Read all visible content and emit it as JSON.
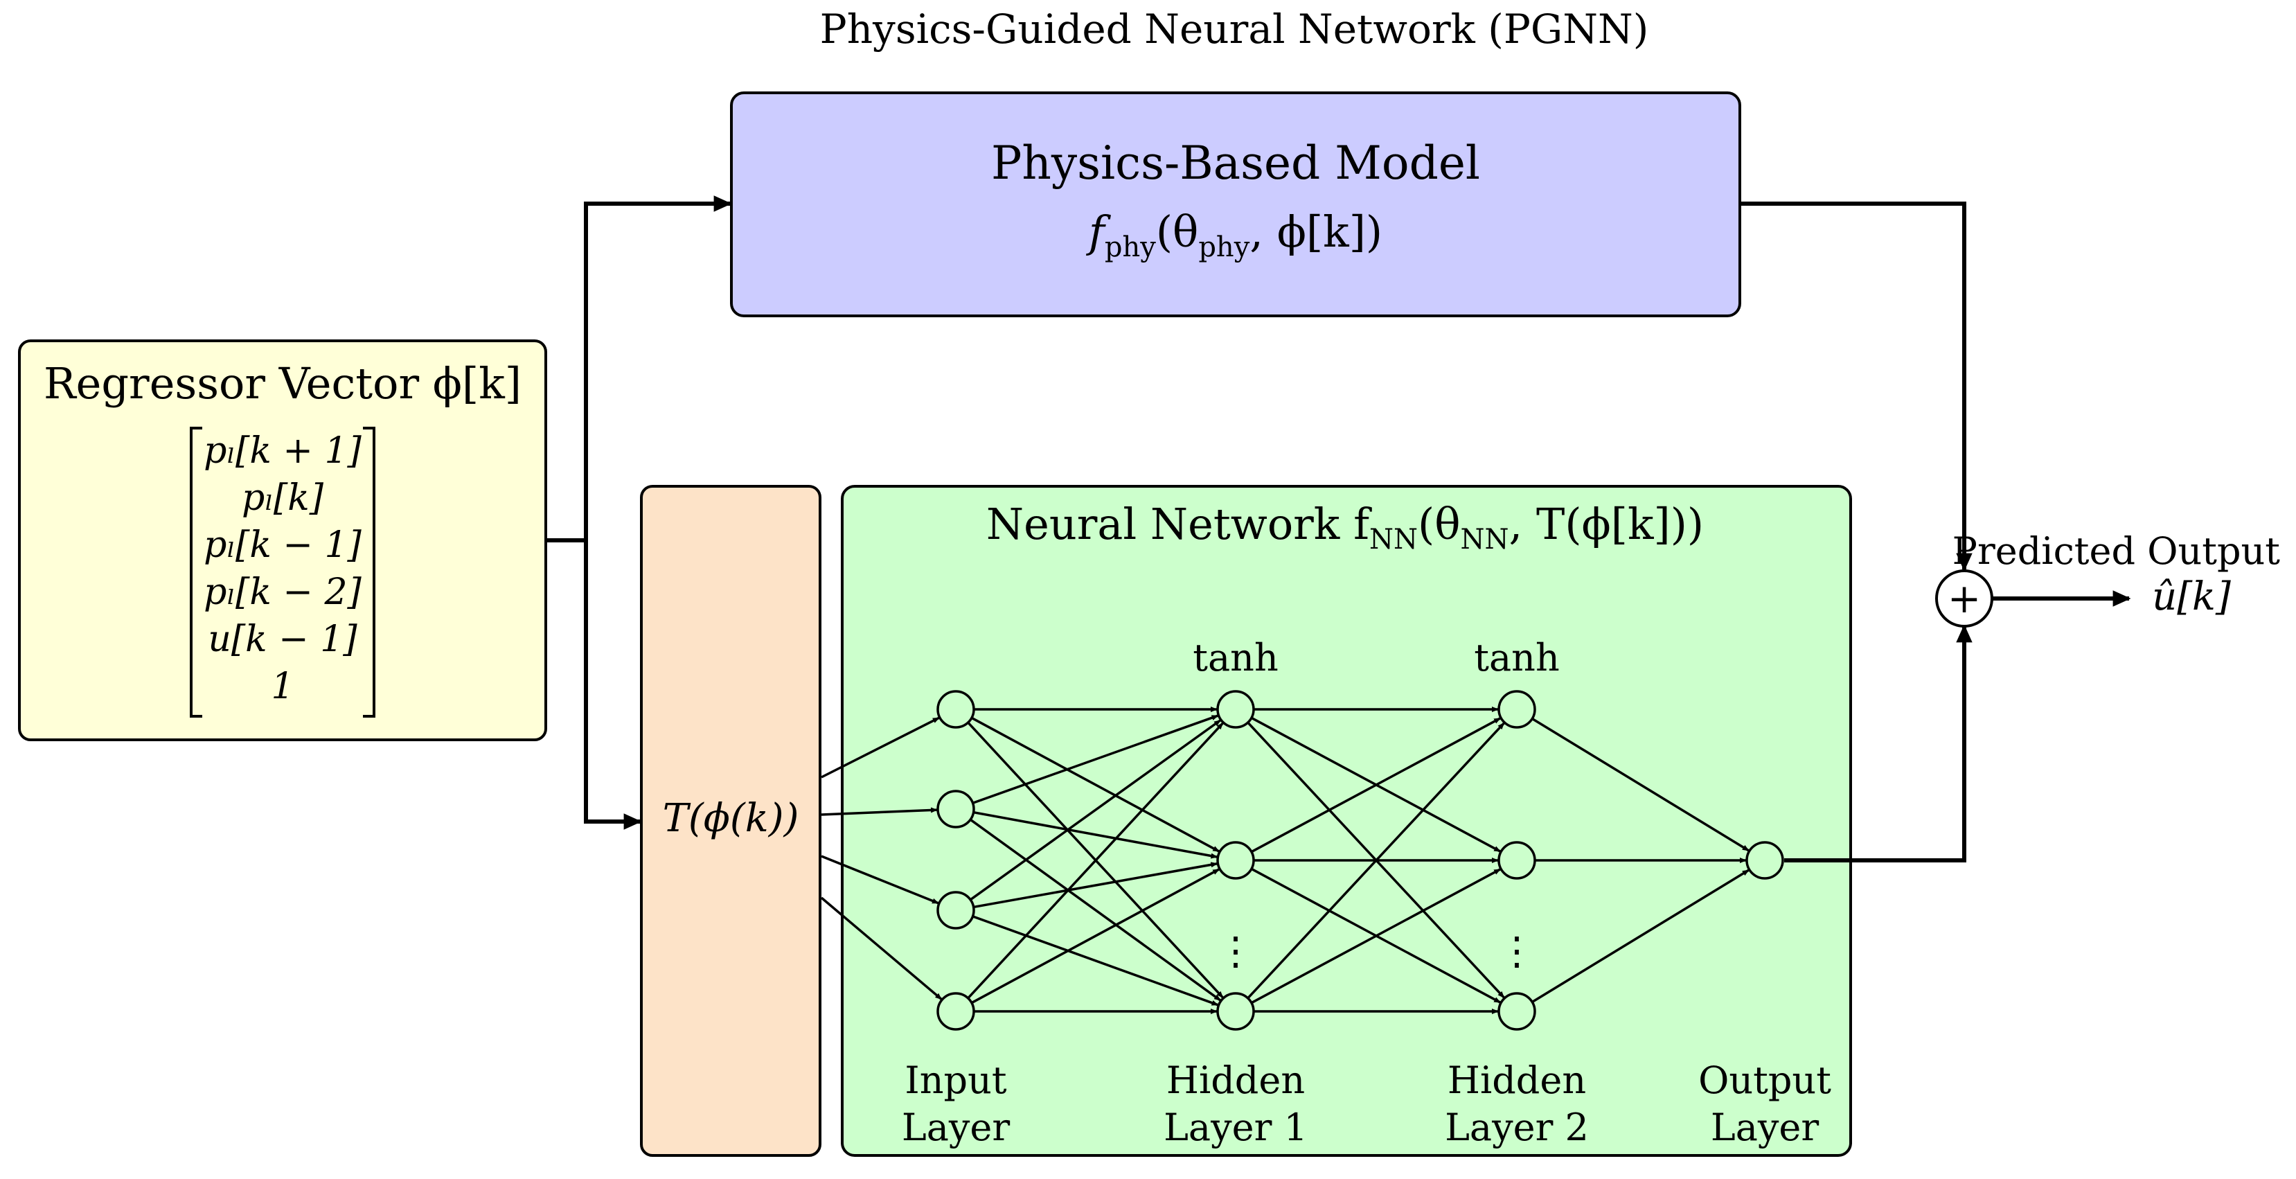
{
  "title": "Physics-Guided Neural Network (PGNN)",
  "colors": {
    "regressor_fill": "#ffffd8",
    "physics_fill": "#ccccff",
    "transform_fill": "#fde3c8",
    "nn_fill": "#ccffcc",
    "stroke": "#000000"
  },
  "regressor": {
    "title": "Regressor Vector ϕ[k]",
    "rows": [
      "pₗ[k + 1]",
      "pₗ[k]",
      "pₗ[k − 1]",
      "pₗ[k − 2]",
      "u[k − 1]",
      "1"
    ]
  },
  "physics": {
    "title": "Physics-Based Model",
    "formula_main": "f",
    "formula_sub": "phy",
    "formula_rest_1": "(θ",
    "formula_sub_2": "phy",
    "formula_rest_2": ", ϕ[k])"
  },
  "transform": {
    "label": "T(ϕ(k))"
  },
  "nn": {
    "title_prefix": "Neural Network f",
    "title_sub": "NN",
    "title_mid": "(θ",
    "title_sub_2": "NN",
    "title_suffix": ", T(ϕ[k]))",
    "activation_1": "tanh",
    "activation_2": "tanh",
    "ellipsis": "⋮",
    "layers": [
      {
        "line1": "Input",
        "line2": "Layer"
      },
      {
        "line1": "Hidden",
        "line2": "Layer 1"
      },
      {
        "line1": "Hidden",
        "line2": "Layer 2"
      },
      {
        "line1": "Output",
        "line2": "Layer"
      }
    ]
  },
  "sum": {
    "symbol": "+"
  },
  "output": {
    "label": "Predicted Output",
    "symbol": "û[k]"
  }
}
